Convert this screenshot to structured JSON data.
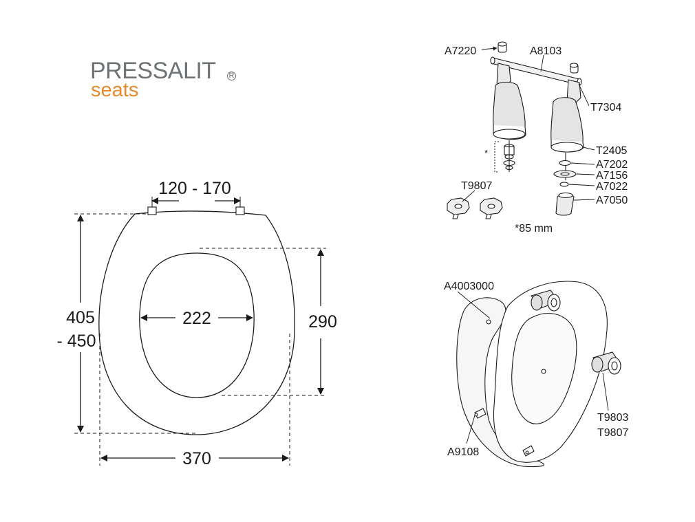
{
  "logo": {
    "brand": "PRESSALIT",
    "registered": "R",
    "product": "seats",
    "colors": {
      "brand_text": "#6d7275",
      "accent": "#e58a2c"
    }
  },
  "dimensions": {
    "hinge_spacing": "120 - 170",
    "length_line1": "405",
    "length_line2": "- 450",
    "inner_width": "222",
    "inner_length": "290",
    "outer_width": "370"
  },
  "hinge_parts": {
    "a7220": "A7220",
    "a8103": "A8103",
    "t7304": "T7304",
    "t2405": "T2405",
    "a7202": "A7202",
    "a7156": "A7156",
    "a7022": "A7022",
    "a7050": "A7050",
    "t9807": "T9807",
    "star": "*",
    "note": "*85 mm"
  },
  "seat_parts": {
    "a4003000": "A4003000",
    "a9108": "A9108",
    "t9803": "T9803",
    "t9807": "T9807"
  }
}
